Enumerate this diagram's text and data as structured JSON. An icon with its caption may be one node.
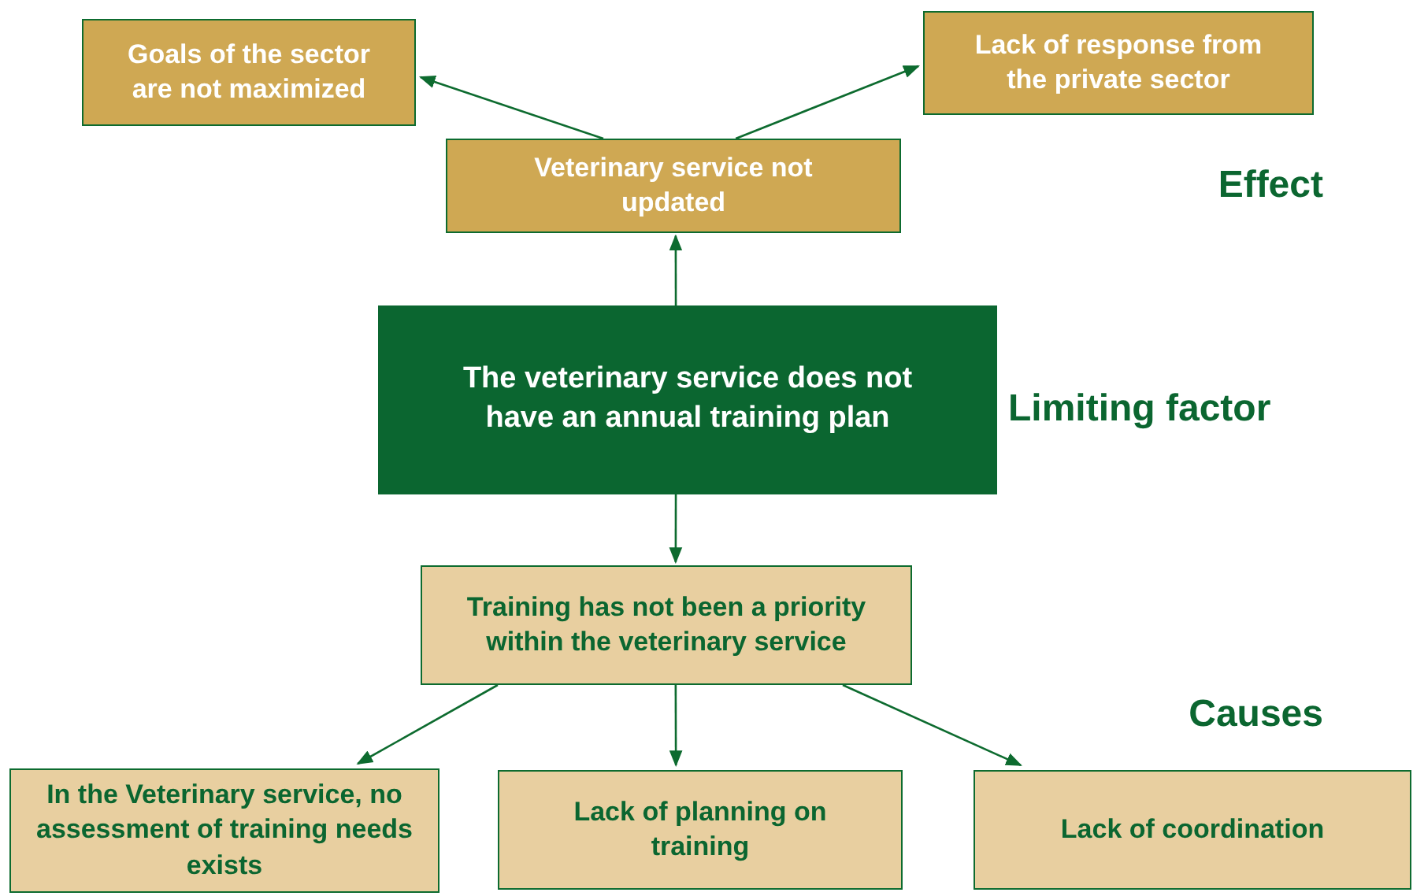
{
  "diagram": {
    "nodes": [
      {
        "text": [
          "Goals of the sector are not maximized"
        ]
      },
      {
        "text": [
          "Lack of response from the private sector"
        ]
      },
      {
        "text": [
          "Veterinary service not updated"
        ]
      },
      {
        "text": [
          "The veterinary service does not have an annual training plan"
        ]
      },
      {
        "text": [
          "Training has not been a priority within the veterinary service"
        ]
      },
      {
        "text": [
          "In the Veterinary service, no assessment of training needs exists"
        ]
      },
      {
        "text": [
          "Lack of planning on training"
        ]
      },
      {
        "text": [
          "Lack of coordination"
        ]
      }
    ],
    "edges": [
      {
        "from": 2,
        "to": 0,
        "arrow": "to"
      },
      {
        "from": 2,
        "to": 1,
        "arrow": "to"
      },
      {
        "from": 3,
        "to": 2,
        "arrow": "to"
      },
      {
        "from": 3,
        "to": 4,
        "arrow": "to"
      },
      {
        "from": 4,
        "to": 5,
        "arrow": "to"
      },
      {
        "from": 4,
        "to": 6,
        "arrow": "to"
      },
      {
        "from": 4,
        "to": 7,
        "arrow": "to"
      }
    ],
    "labels": [
      "Effect",
      "Limiting factor",
      "Causes"
    ]
  }
}
